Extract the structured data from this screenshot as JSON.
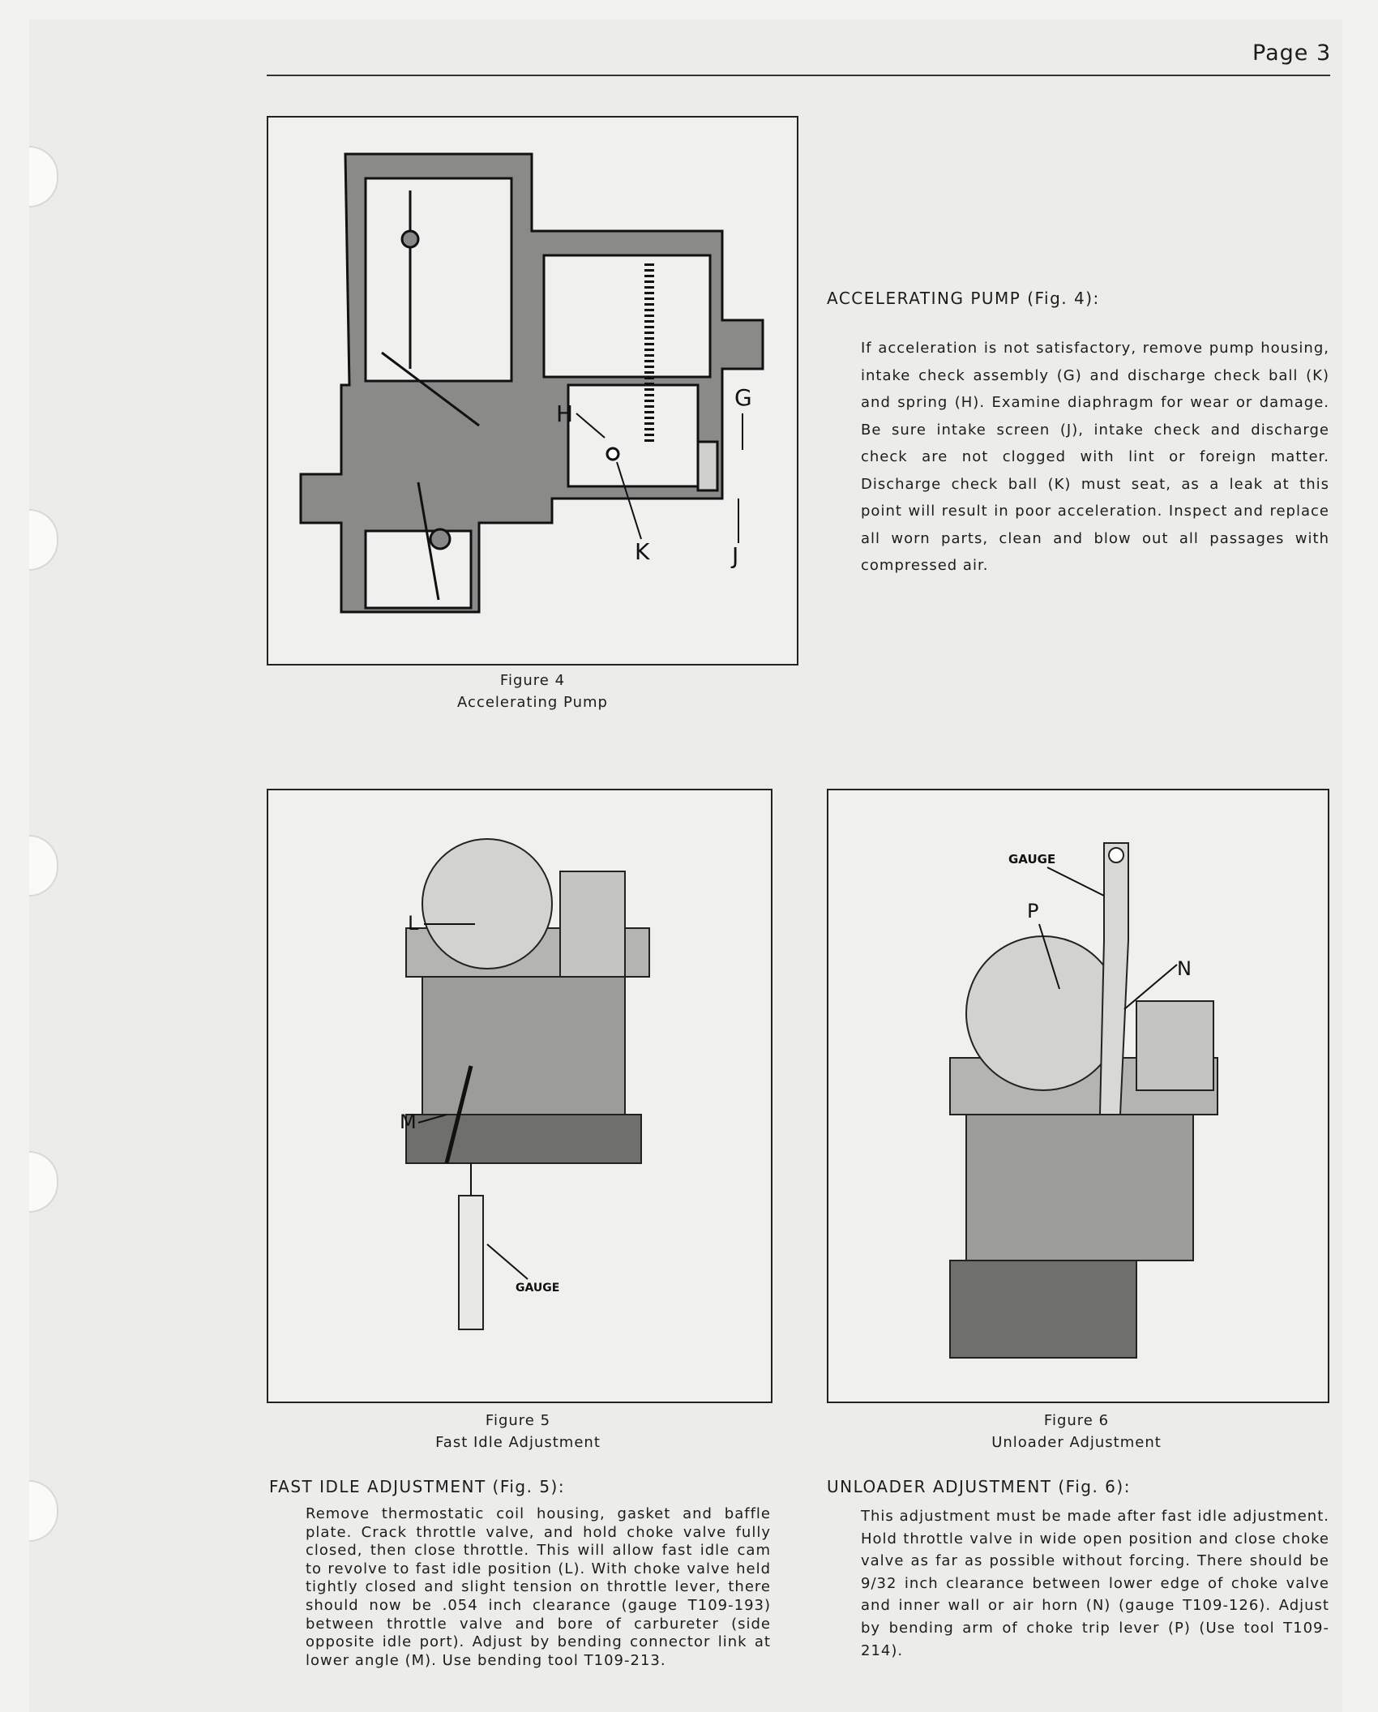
{
  "header": {
    "page_label": "Page 3"
  },
  "figure4": {
    "number": "Figure 4",
    "title": "Accelerating Pump",
    "labels": {
      "g": "G",
      "h": "H",
      "j": "J",
      "k": "K"
    }
  },
  "figure5": {
    "number": "Figure 5",
    "title": "Fast Idle Adjustment",
    "labels": {
      "l": "L",
      "m": "M",
      "gauge": "GAUGE"
    }
  },
  "figure6": {
    "number": "Figure 6",
    "title": "Unloader Adjustment",
    "labels": {
      "gauge": "GAUGE",
      "p": "P",
      "n": "N"
    }
  },
  "sections": {
    "accelerating_pump": {
      "heading": "ACCELERATING PUMP (Fig. 4):",
      "body": "If acceleration is not satisfactory, remove pump housing, intake check assembly (G) and discharge check ball (K) and spring (H).  Examine diaphragm for wear or damage. Be sure intake screen (J), intake check and discharge check are not clogged with lint or foreign matter.  Discharge check ball (K) must seat, as a leak at this point will result in poor acceleration.  Inspect and replace all worn parts, clean and blow out all passages with compressed air."
    },
    "fast_idle": {
      "heading": "FAST IDLE ADJUSTMENT (Fig. 5):",
      "body": "Remove thermostatic coil housing, gasket and baffle plate. Crack throttle valve, and hold choke valve fully closed, then close throttle.  This will allow fast idle cam to revolve to fast idle position (L).  With choke valve held tightly closed and slight tension on throttle lever, there should now be .054 inch clearance (gauge T109-193) between throttle valve and bore of carbureter (side opposite idle port). Adjust by bending connector link at lower angle (M).  Use bending tool T109-213."
    },
    "unloader": {
      "heading": "UNLOADER ADJUSTMENT (Fig. 6):",
      "body": "This adjustment must be made after fast idle adjustment. Hold throttle valve in wide open position and close choke valve as far as possible without forcing.  There should be 9/32 inch clearance between lower edge of choke valve and inner wall or air horn (N) (gauge T109-126).  Adjust by bending arm of choke trip lever (P) (Use tool T109-214)."
    }
  }
}
